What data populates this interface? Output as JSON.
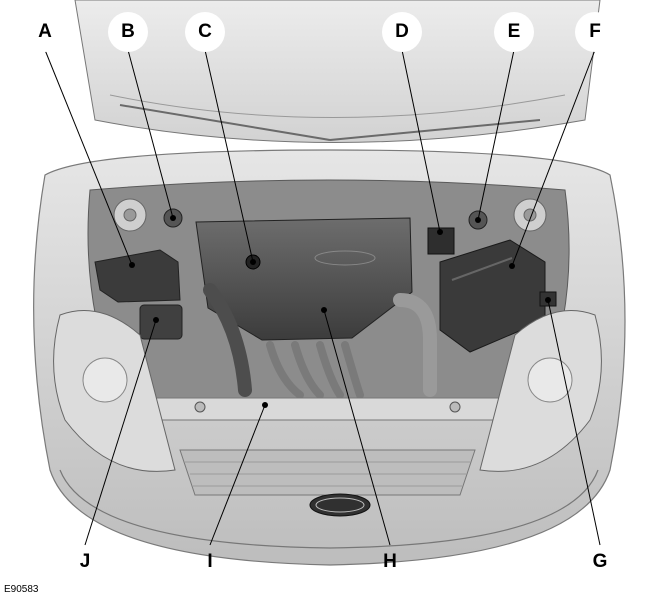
{
  "figure": {
    "code": "E90583",
    "callouts": [
      {
        "label": "A"
      },
      {
        "label": "B"
      },
      {
        "label": "C"
      },
      {
        "label": "D"
      },
      {
        "label": "E"
      },
      {
        "label": "F"
      },
      {
        "label": "G"
      },
      {
        "label": "H"
      },
      {
        "label": "I"
      },
      {
        "label": "J"
      }
    ]
  }
}
